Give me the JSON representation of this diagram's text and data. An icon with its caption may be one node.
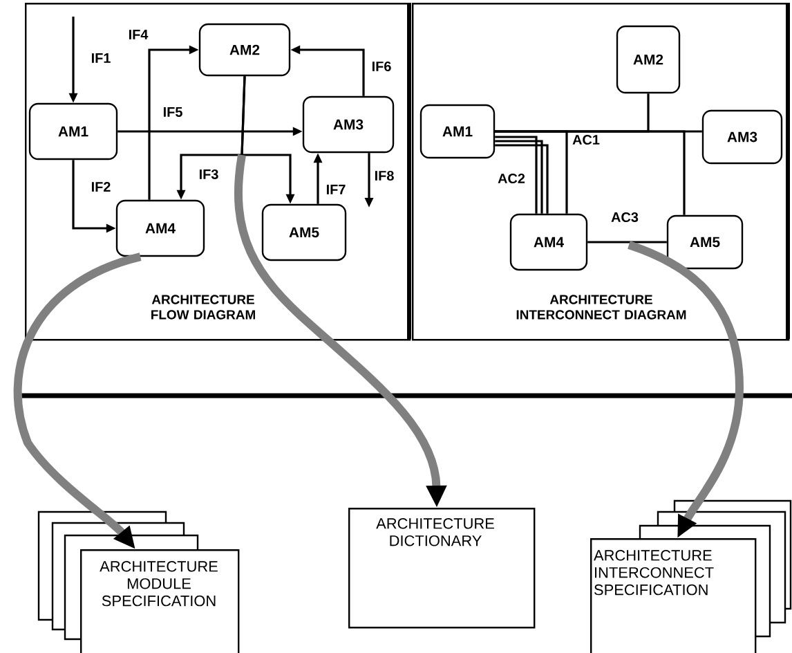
{
  "diagram": {
    "nodes": [
      {
        "text": [
          "ARCHITECTURE FLOW DIAGRAM"
        ]
      },
      {
        "text": [
          "AM1"
        ],
        "in": 0
      },
      {
        "text": [
          "AM2"
        ],
        "in": 0
      },
      {
        "text": [
          "AM3"
        ],
        "in": 0
      },
      {
        "text": [
          "AM4"
        ],
        "in": 0
      },
      {
        "text": [
          "AM5"
        ],
        "in": 0
      },
      {
        "text": [
          "ARCHITECTURE INTERCONNECT DIAGRAM"
        ]
      },
      {
        "text": [
          "AM1"
        ],
        "in": 6
      },
      {
        "text": [
          "AM2"
        ],
        "in": 6
      },
      {
        "text": [
          "AM3"
        ],
        "in": 6
      },
      {
        "text": [
          "AM4"
        ],
        "in": 6
      },
      {
        "text": [
          "AM5"
        ],
        "in": 6
      },
      {
        "text": [
          "ARCHITECTURE MODULE SPECIFICATION"
        ]
      },
      {
        "text": [
          "ARCHITECTURE DICTIONARY"
        ]
      },
      {
        "text": [
          "ARCHITECTURE INTERCONNECT SPECIFICATION"
        ]
      }
    ],
    "edges": [
      {
        "from": null,
        "to": 1,
        "arrow": "to",
        "label": "IF1"
      },
      {
        "from": 1,
        "to": 4,
        "arrow": "to",
        "label": "IF2"
      },
      {
        "from": 4,
        "to": 2,
        "arrow": "to",
        "label": "IF4"
      },
      {
        "from": 1,
        "to": 3,
        "arrow": "to",
        "label": "IF5"
      },
      {
        "from": 2,
        "to": 4,
        "arrow": "to",
        "label": "IF3"
      },
      {
        "from": 2,
        "to": 5,
        "arrow": "to"
      },
      {
        "from": 3,
        "to": 2,
        "arrow": "to",
        "label": "IF6"
      },
      {
        "from": 5,
        "to": 3,
        "arrow": "to",
        "label": "IF7"
      },
      {
        "from": 3,
        "to": null,
        "arrow": "to",
        "label": "IF8"
      },
      {
        "from": 7,
        "to": 8,
        "arrow": "none"
      },
      {
        "from": 7,
        "to": 9,
        "arrow": "none"
      },
      {
        "from": 7,
        "to": 10,
        "arrow": "none",
        "label": "AC1"
      },
      {
        "from": 7,
        "to": 11,
        "arrow": "none"
      },
      {
        "from": 7,
        "to": 10,
        "arrow": "none",
        "label": "AC2"
      },
      {
        "from": 10,
        "to": 11,
        "arrow": "none",
        "label": "AC3"
      },
      {
        "from": 4,
        "to": 12,
        "arrow": "to",
        "style": "thick",
        "color": "#808080"
      },
      {
        "from": null,
        "to": 13,
        "arrow": "to",
        "style": "thick",
        "color": "#808080"
      },
      {
        "from": null,
        "to": 14,
        "arrow": "to",
        "style": "thick",
        "color": "#808080"
      }
    ]
  }
}
